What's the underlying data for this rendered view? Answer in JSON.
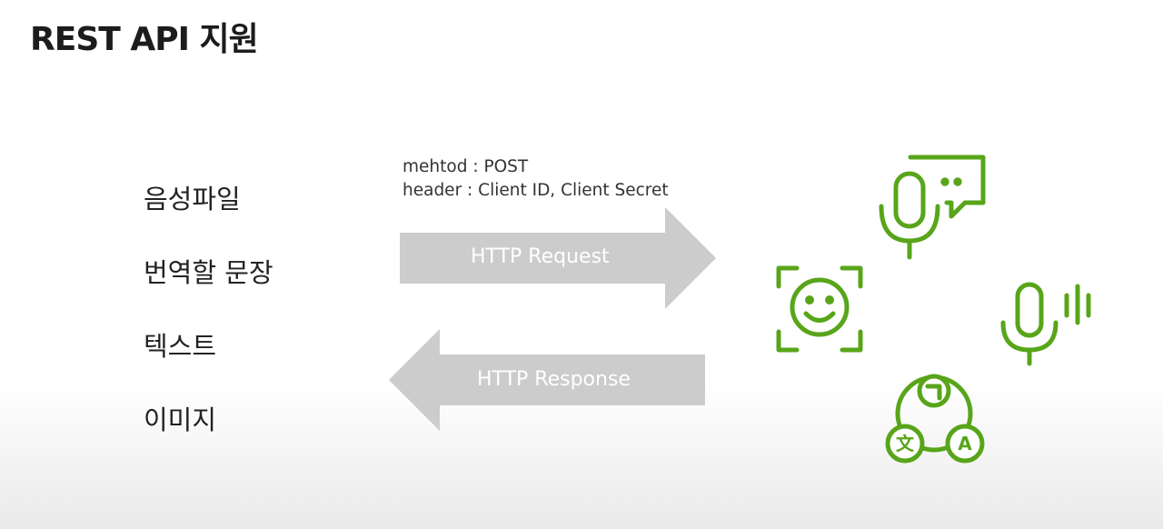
{
  "slide": {
    "title": "REST API 지원",
    "inputs": [
      "음성파일",
      "번역할 문장",
      "텍스트",
      "이미지"
    ],
    "request_meta": {
      "method_line": "mehtod : POST",
      "header_line": "header : Client ID, Client Secret"
    },
    "request_label": "HTTP Request",
    "response_label": "HTTP Response",
    "colors": {
      "accent": "#58a51a",
      "arrow": "#cccccc"
    },
    "icons": [
      "voice-chat-icon",
      "face-recognition-icon",
      "voice-input-icon",
      "translation-icon"
    ]
  }
}
